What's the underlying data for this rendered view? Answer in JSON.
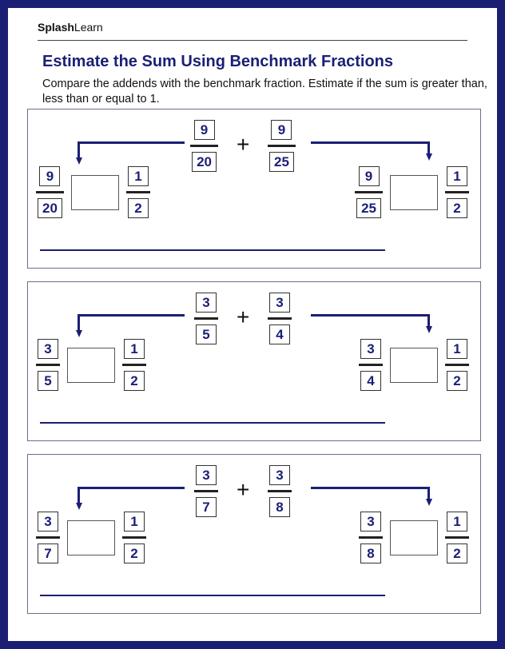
{
  "brand": {
    "bold": "Splash",
    "regular": "Learn"
  },
  "title": "Estimate the Sum Using Benchmark Fractions",
  "instructions": "Compare the addends with the benchmark fraction. Estimate if the sum is greater than, less than or equal to 1.",
  "operator": "+",
  "benchmark": {
    "num": "1",
    "den": "2"
  },
  "problems": [
    {
      "a": {
        "num": "9",
        "den": "20"
      },
      "b": {
        "num": "9",
        "den": "25"
      }
    },
    {
      "a": {
        "num": "3",
        "den": "5"
      },
      "b": {
        "num": "3",
        "den": "4"
      }
    },
    {
      "a": {
        "num": "3",
        "den": "7"
      },
      "b": {
        "num": "3",
        "den": "8"
      }
    }
  ],
  "colors": {
    "navy": "#1b1f74"
  }
}
